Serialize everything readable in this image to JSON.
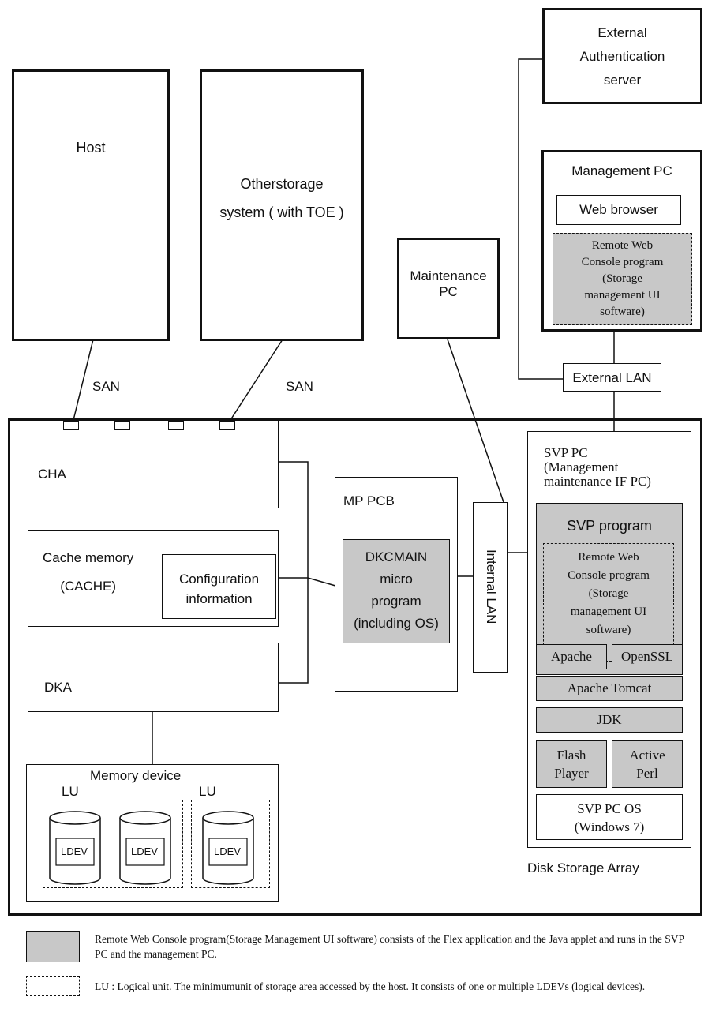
{
  "top": {
    "host": "Host",
    "other_storage": "Otherstorage\nsystem ( with TOE )",
    "maintenance_pc": "Maintenance\nPC",
    "external_auth": "External\nAuthentication\nserver",
    "management_pc": "Management PC",
    "web_browser": "Web browser",
    "mgmt_rwc": "Remote Web\nConsole program\n(Storage\nmanagement UI\nsoftware)",
    "external_lan": "External LAN",
    "san_left": "SAN",
    "san_right": "SAN"
  },
  "array": {
    "title": "Disk Storage Array",
    "cha": "CHA",
    "cache": "Cache memory\n(CACHE)",
    "config": "Configuration\ninformation",
    "dka": "DKA",
    "memory_device": "Memory device",
    "lu1": "LU",
    "lu2": "LU",
    "ldev1": "LDEV",
    "ldev2": "LDEV",
    "ldev3": "LDEV",
    "mp_pcb": "MP PCB",
    "dkcmain": "DKCMAIN\nmicro\nprogram\n(including OS)",
    "internal_lan": "Internal LAN"
  },
  "svp": {
    "title": "SVP PC\n(Management\nmaintenance IF PC)",
    "svp_program": "SVP program",
    "rwc": "Remote Web\nConsole program\n(Storage\nmanagement UI\nsoftware)",
    "apache": "Apache",
    "openssl": "OpenSSL",
    "tomcat": "Apache Tomcat",
    "jdk": "JDK",
    "flash": "Flash\nPlayer",
    "perl": "Active\nPerl",
    "os": "SVP PC OS\n(Windows 7)"
  },
  "legend": {
    "gray_text": "Remote Web Console program(Storage Management UI software) consists of the Flex application and the Java applet and runs in the SVP PC and the management PC.",
    "dashed_text": "LU :  Logical unit. The minimumunit of storage area accessed by the host. It consists of one or multiple LDEVs (logical devices)."
  }
}
